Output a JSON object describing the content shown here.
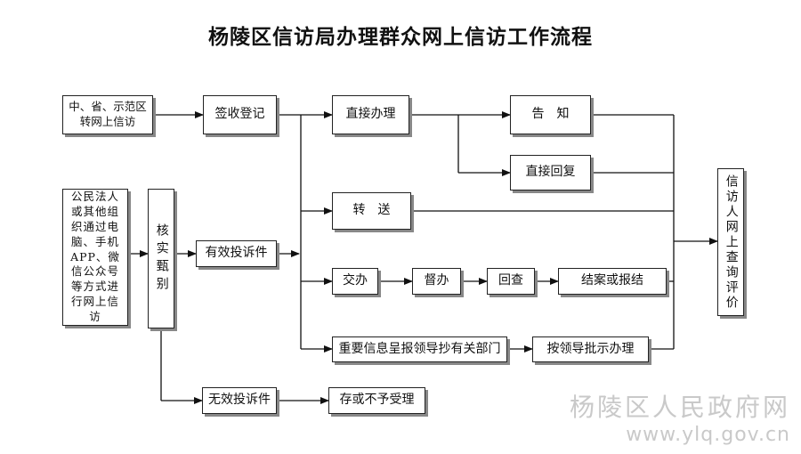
{
  "title": "杨陵区信访局办理群众网上信访工作流程",
  "nodes": {
    "central": "中、省、示范区转网上信访",
    "public": "公民法人或其他组织通过电脑、手机APP、微信公众号等方式进行网上信访",
    "verify": "核实甄别",
    "sign": "签收登记",
    "valid": "有效投诉件",
    "invalid": "无效投诉件",
    "direct": "直接办理",
    "notify": "告　知",
    "reply": "直接回复",
    "transfer": "转　送",
    "assign": "交办",
    "supervise": "督办",
    "review": "回查",
    "close": "结案或报结",
    "report": "重要信息呈报领导抄有关部门",
    "leader": "按领导批示办理",
    "store": "存或不予受理",
    "evaluate": "信访人网上查询评价"
  },
  "watermark": {
    "name": "杨陵区人民政府网",
    "url": "www.ylq.gov.cn"
  }
}
